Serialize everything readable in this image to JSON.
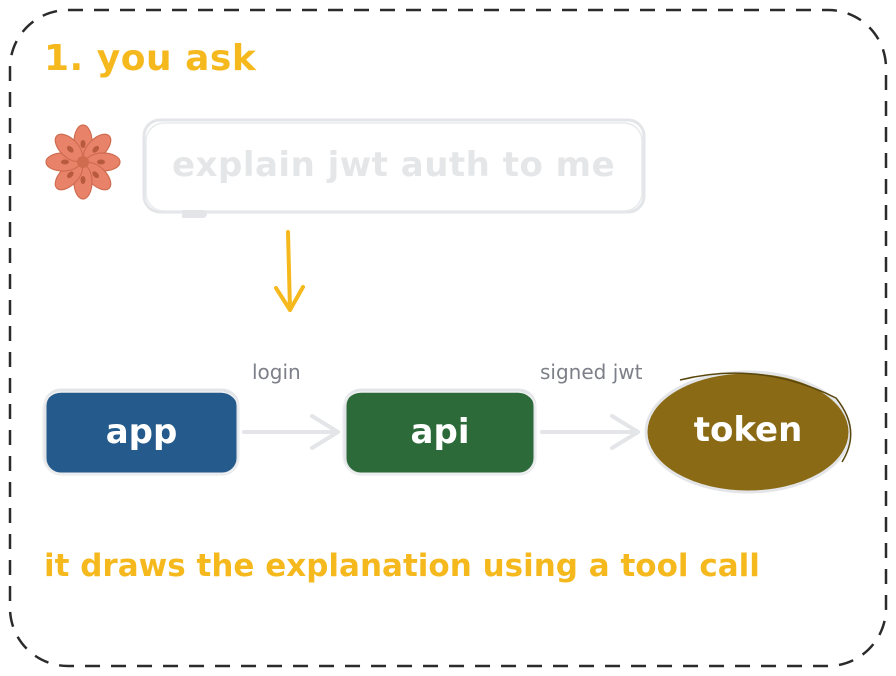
{
  "header": {
    "step_title": "1. you ask"
  },
  "prompt": {
    "text": "explain jwt auth to me"
  },
  "diagram": {
    "nodes": [
      {
        "id": "app",
        "label": "app",
        "color": "#255a8c"
      },
      {
        "id": "api",
        "label": "api",
        "color": "#2c6a3a"
      },
      {
        "id": "token",
        "label": "token",
        "color": "#8a6a14"
      }
    ],
    "edges": [
      {
        "from": "app",
        "to": "api",
        "label": "login"
      },
      {
        "from": "api",
        "to": "token",
        "label": "signed jwt"
      }
    ]
  },
  "footer": {
    "caption": "it draws the explanation using a tool call"
  },
  "colors": {
    "accent": "#f5b91e",
    "logo": "#e8836a",
    "frame": "#2b2b2b",
    "prompt_border": "#e3e5e8",
    "connector": "#e3e5e8"
  },
  "icons": {
    "logo": "anise-star-icon",
    "arrow": "arrow-down-icon"
  }
}
